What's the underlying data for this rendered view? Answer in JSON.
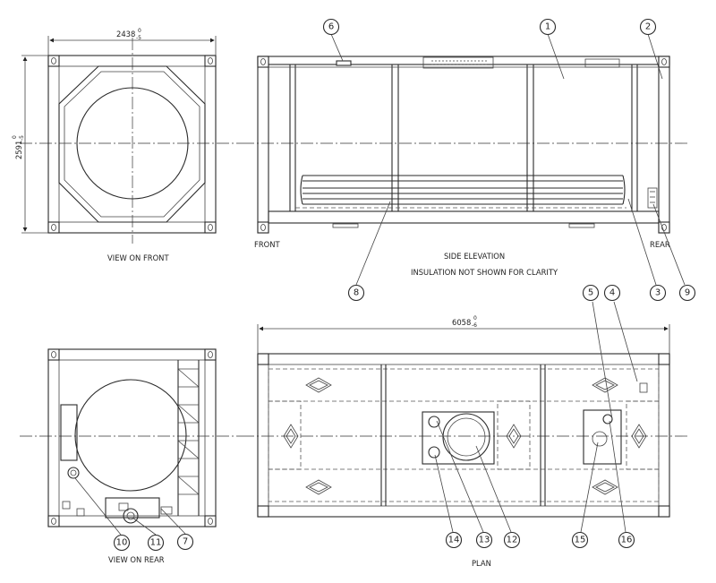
{
  "views": {
    "front": "VIEW ON FRONT",
    "side": "SIDE ELEVATION",
    "note": "INSULATION NOT SHOWN FOR CLARITY",
    "rear": "VIEW ON REAR",
    "plan": "PLAN"
  },
  "ends": {
    "front": "FRONT",
    "rear": "REAR"
  },
  "dimensions": {
    "width": {
      "value": "2438",
      "tol_top": "0",
      "tol_bottom": "-5"
    },
    "height": {
      "value": "2591",
      "tol_top": "0",
      "tol_bottom": "-5"
    },
    "length": {
      "value": "6058",
      "tol_top": "0",
      "tol_bottom": "-6"
    }
  },
  "callouts": [
    "1",
    "2",
    "3",
    "4",
    "5",
    "6",
    "7",
    "8",
    "9",
    "10",
    "11",
    "12",
    "13",
    "14",
    "15",
    "16"
  ]
}
